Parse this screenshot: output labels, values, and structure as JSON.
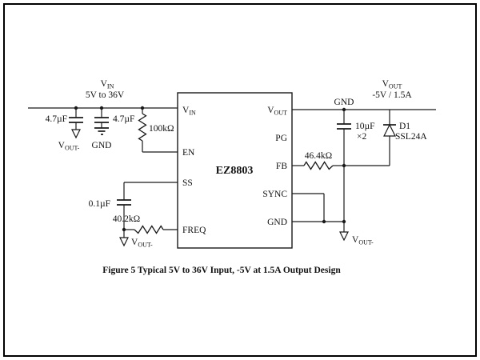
{
  "figure": {
    "caption": "Figure 5 Typical 5V to 36V Input, -5V at 1.5A Output Design"
  },
  "ic": {
    "part": "EZ8803",
    "pin_vin_base": "V",
    "pin_vin_sub": "IN",
    "pin_en": "EN",
    "pin_ss": "SS",
    "pin_freq": "FREQ",
    "pin_vout_base": "V",
    "pin_vout_sub": "OUT",
    "pin_pg": "PG",
    "pin_fb": "FB",
    "pin_sync": "SYNC",
    "pin_gnd": "GND"
  },
  "input": {
    "rail_base": "V",
    "rail_sub": "IN",
    "range": "5V to 36V",
    "cap1": "4.7µF",
    "cap1_net_base": "V",
    "cap1_net_sub": "OUT-",
    "cap2": "4.7µF",
    "cap2_net": "GND",
    "en_res": "100kΩ"
  },
  "lower_left": {
    "ss_cap": "0.1µF",
    "freq_res": "40.2kΩ",
    "net_base": "V",
    "net_sub": "OUT-"
  },
  "output": {
    "rail_net": "GND",
    "label_base": "V",
    "label_sub": "OUT",
    "spec": "-5V / 1.5A",
    "cap": "10µF",
    "cap_qty": "×2",
    "diode_ref": "D1",
    "diode_part": "SSL24A",
    "fb_res": "46.4kΩ",
    "gnd_net_base": "V",
    "gnd_net_sub": "OUT-"
  }
}
